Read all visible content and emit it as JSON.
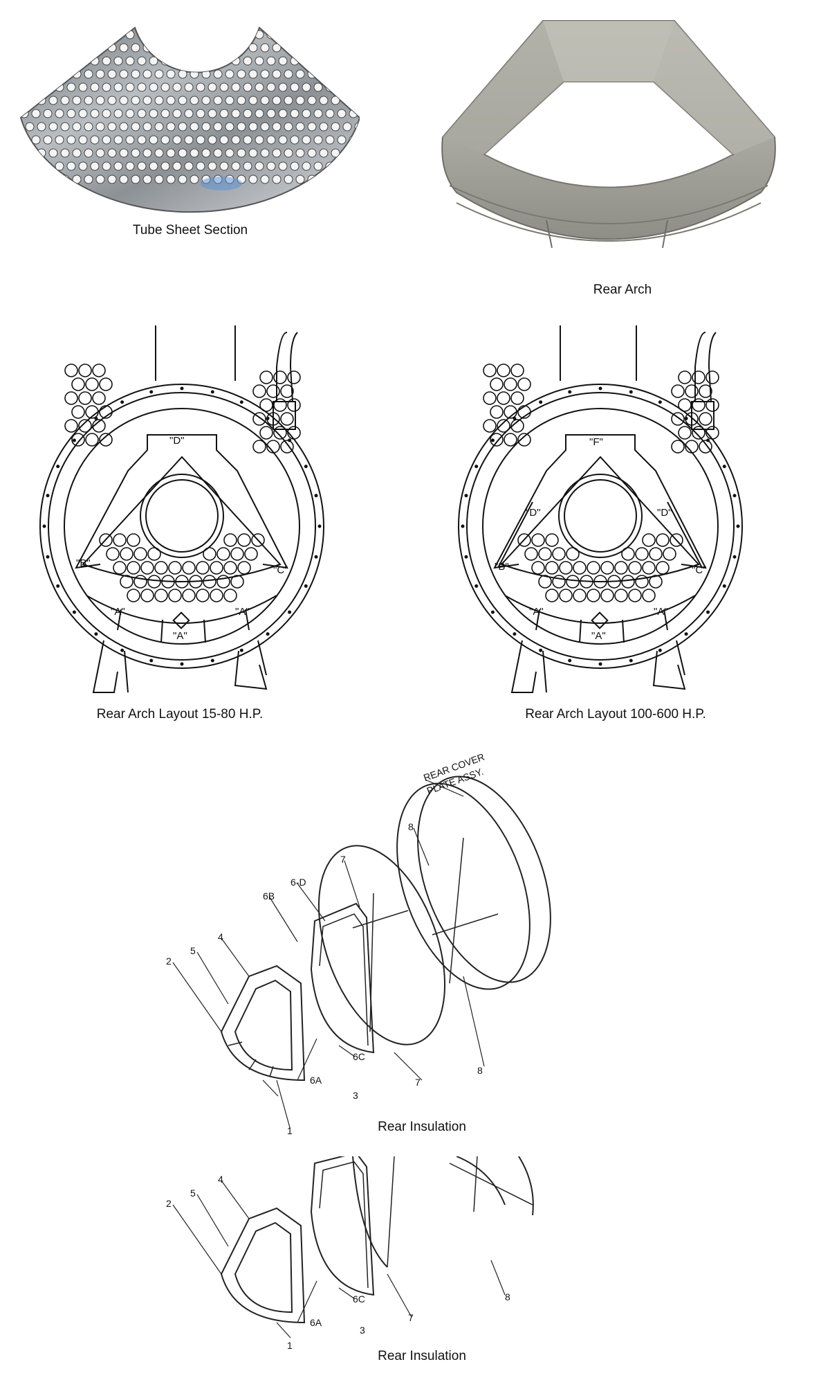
{
  "captions": {
    "tube_sheet": "Tube Sheet Section",
    "rear_arch": "Rear Arch",
    "layout_small": "Rear Arch Layout 15-80 H.P.",
    "layout_large": "Rear Arch Layout 100-600 H.P.",
    "insulation_1": "Rear Insulation",
    "insulation_2": "Rear Insulation"
  },
  "layout_small_labels": {
    "top": "\"D\"",
    "left": "\"B\"",
    "right": "\"C\"",
    "bottom_left": "\"A\"",
    "bottom_center": "\"A\"",
    "bottom_right": "\"A\""
  },
  "layout_large_labels": {
    "top": "\"F\"",
    "upper_left": "\"D\"",
    "upper_right": "\"D\"",
    "left": "\"B\"",
    "right": "\"C\"",
    "bottom_left": "\"A\"",
    "bottom_center": "\"A\"",
    "bottom_right": "\"A\""
  },
  "insulation_1_labels": {
    "n1": "1",
    "n2": "2",
    "n3": "3",
    "n4": "4",
    "n5": "5",
    "n6a": "6A",
    "n6b": "6B",
    "n6c": "6C",
    "n6d": "6-D",
    "n7a": "7",
    "n7b": "7",
    "n8a": "8",
    "n8b": "8",
    "note_line1": "REAR COVER",
    "note_line2": "PLATE ASSY."
  },
  "insulation_2_labels": {
    "n1": "1",
    "n2": "2",
    "n3": "3",
    "n4": "4",
    "n5": "5",
    "n6a": "6A",
    "n6c": "6C",
    "n7": "7",
    "n8": "8"
  }
}
